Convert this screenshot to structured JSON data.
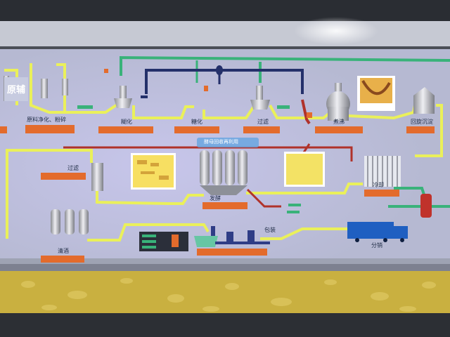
{
  "panel": {
    "headline_fragment": "原辅",
    "stations": {
      "raw_cleaning": "原料净化、粉碎",
      "mashing": "糊化",
      "saccharification": "糖化",
      "lautering": "过滤",
      "boiling": "煮沸",
      "whirlpool": "回旋沉淀",
      "filtration": "过滤",
      "fermentation": "发酵",
      "cooling": "冷却",
      "packaging": "包装",
      "transport": "分销",
      "storage": "清酒"
    },
    "center_label": "酵母回收再利用"
  },
  "colors": {
    "wall": "#c7cad6",
    "panel": "#b6b9d2",
    "frame": "#3c4046",
    "yellow_pipe": "#eaf05a",
    "green_pipe": "#39b27a",
    "navy_pipe": "#24306a",
    "red_pipe": "#b0322a",
    "orange_tag": "#e36b2c",
    "screen": "#f7df62",
    "truck": "#1f5fc1",
    "floor": "#c9b040"
  }
}
